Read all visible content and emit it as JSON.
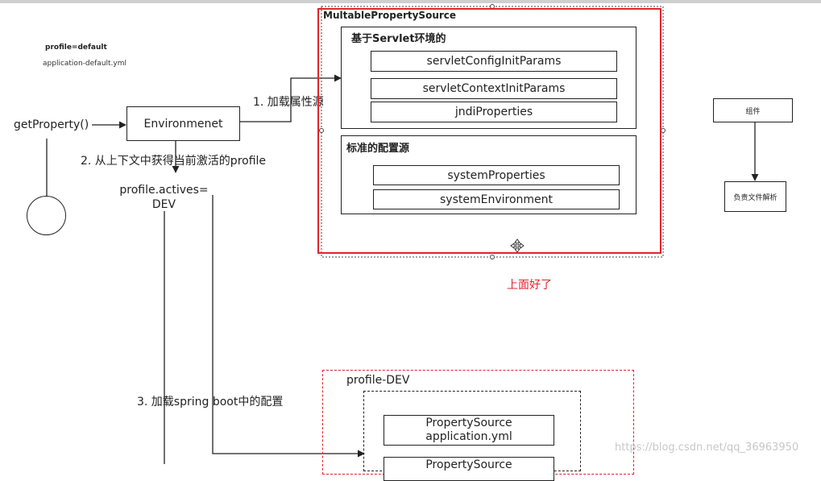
{
  "canvas": {
    "topbar_color": "#cfcfcf"
  },
  "notes": {
    "profile_default": "profile=default",
    "application_default": "application-default.yml"
  },
  "nodes": {
    "get_property": "getProperty()",
    "environment": "Environmenet",
    "profile_actives_line1": "profile.actives=",
    "profile_actives_line2": "DEV",
    "component": "组件",
    "config_parser": "负责文件解析"
  },
  "edges": {
    "load_property_source": "1. 加载属性源",
    "get_active_profile": "2. 从上下文中获得当前激活的profile",
    "load_spring_boot_config": "3. 加载spring boot中的配置"
  },
  "mutable_property_source": {
    "title": "MultablePropertySource",
    "servlet_group": {
      "title": "基于Servlet环境的",
      "items": [
        "servletConfigInitParams",
        "servletContextInitParams",
        "jndiProperties"
      ]
    },
    "standard_group": {
      "title": "标准的配置源",
      "items": [
        "systemProperties",
        "systemEnvironment"
      ]
    },
    "highlight_color": "#e0242c"
  },
  "annotation": {
    "text": "上面好了",
    "color": "#e0242c"
  },
  "profile_dev": {
    "title": "profile-DEV",
    "items": [
      {
        "line1": "PropertySource",
        "line2": "application.yml"
      },
      {
        "line1": "PropertySource",
        "line2": ""
      }
    ]
  },
  "watermark": "https://blog.csdn.net/qq_36963950"
}
